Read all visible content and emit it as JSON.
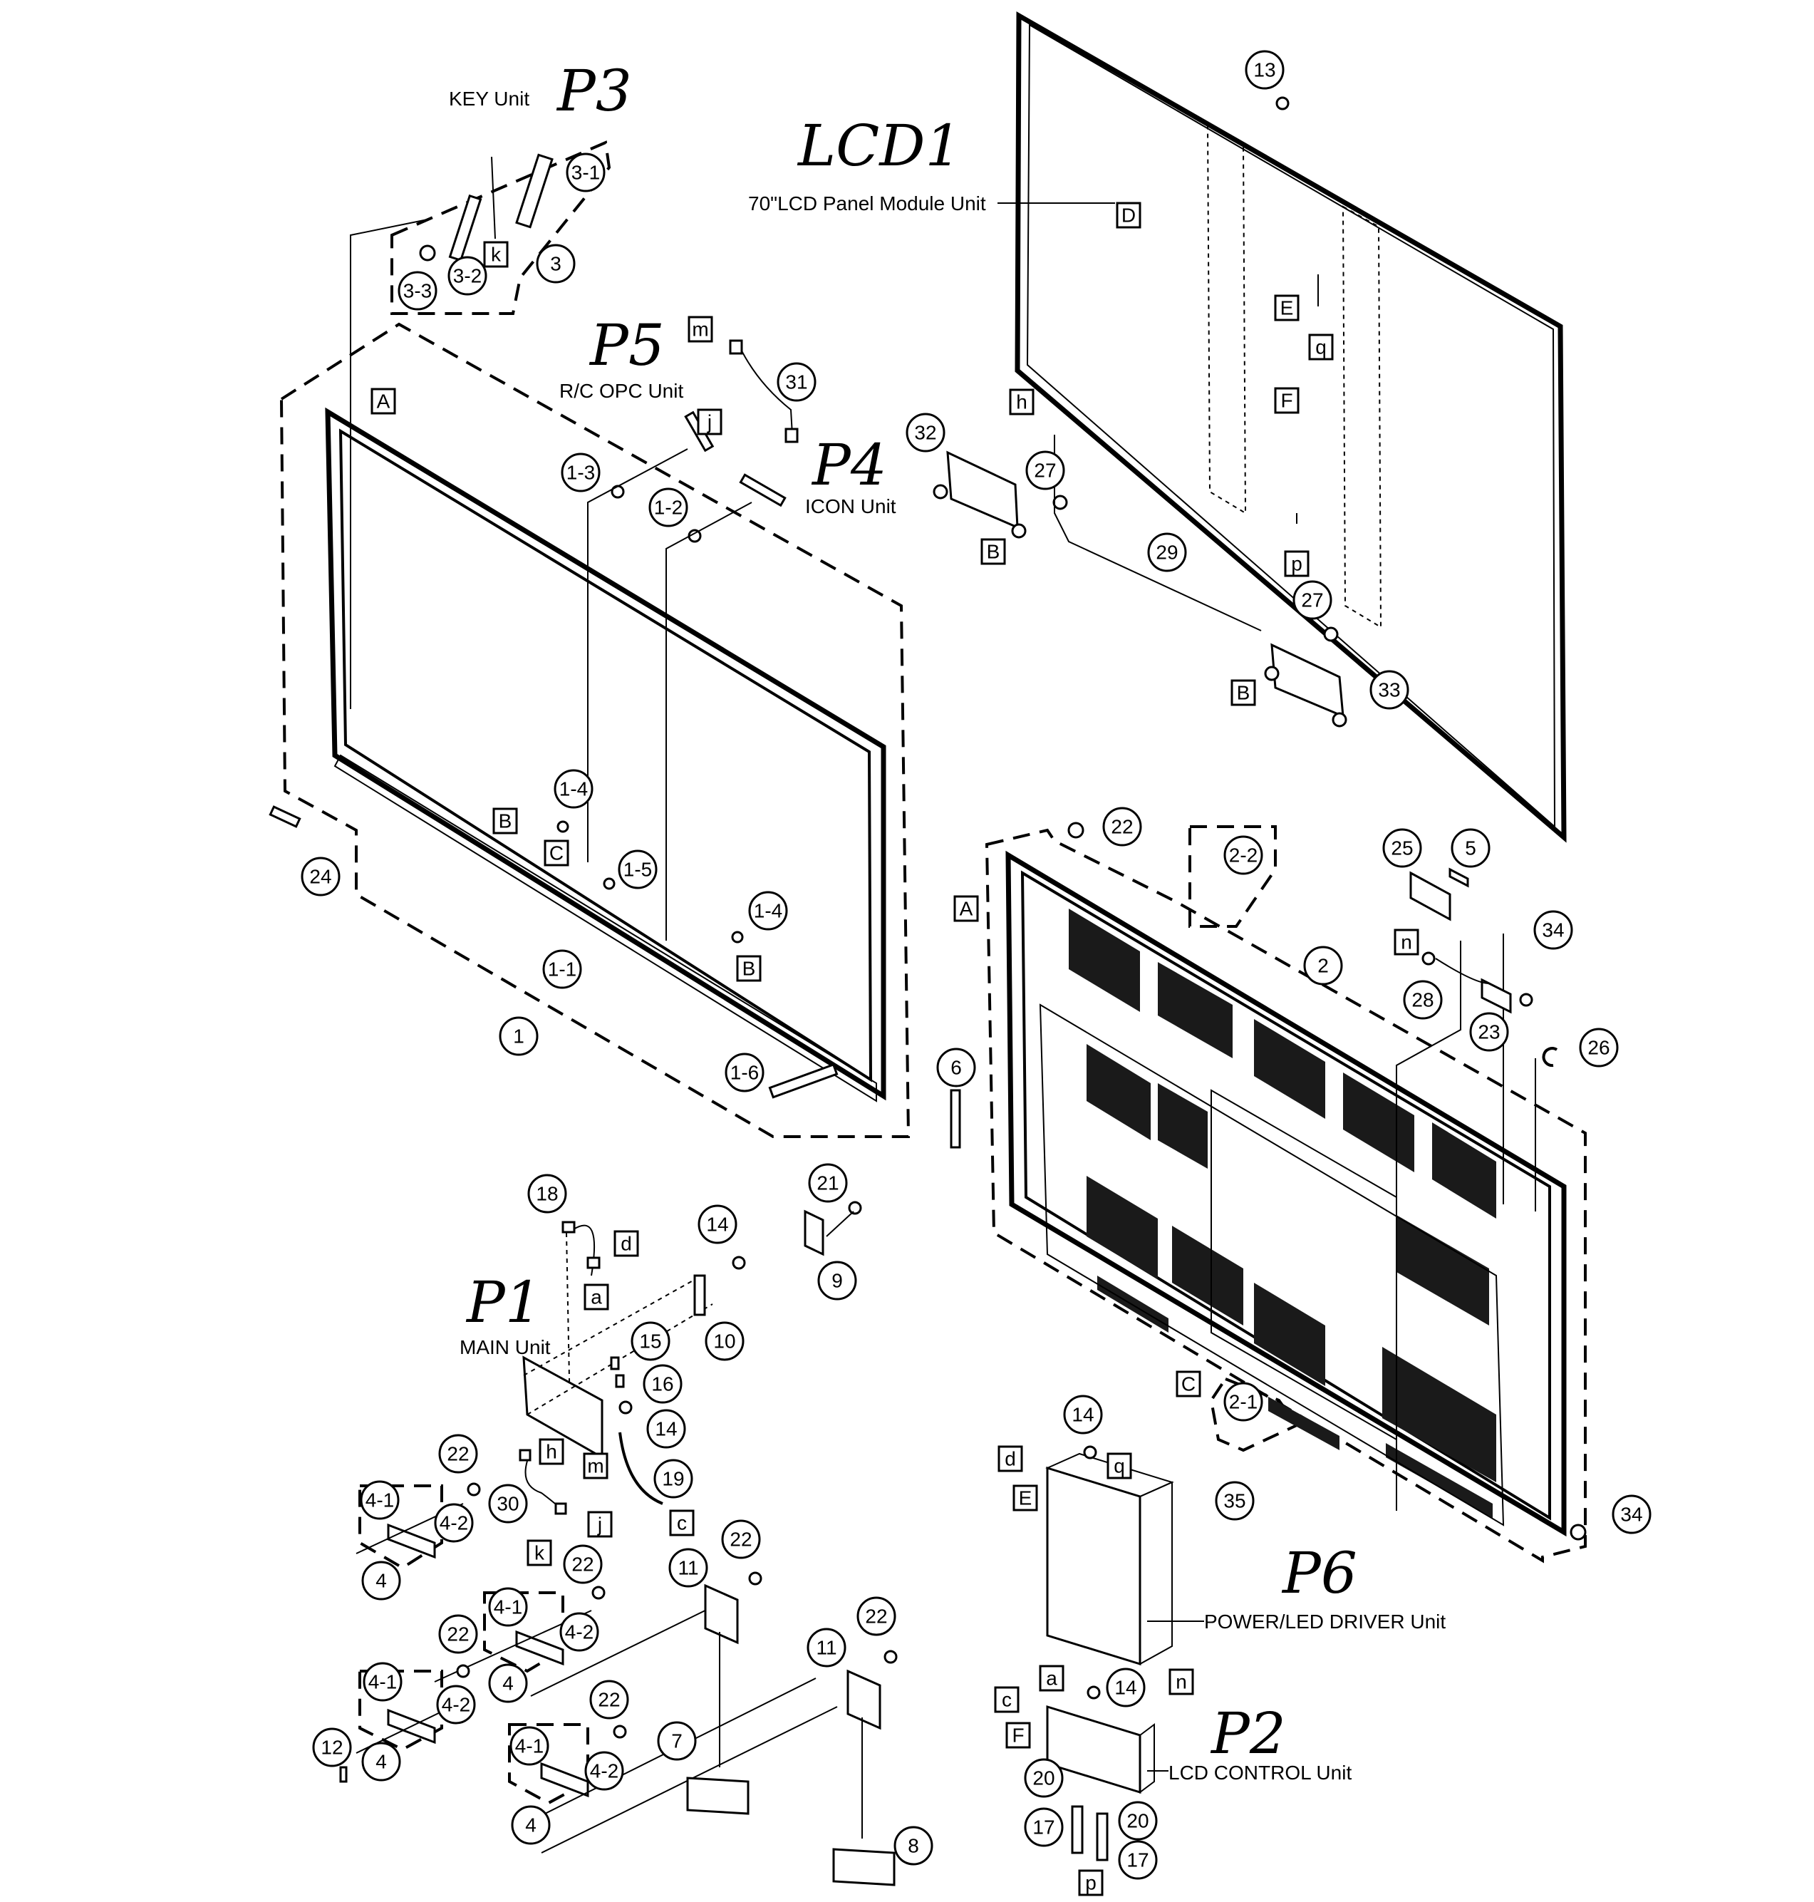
{
  "units": {
    "key": {
      "handwritten": "P3",
      "label": "KEY Unit"
    },
    "rc_opc": {
      "handwritten": "P5",
      "label": "R/C OPC Unit"
    },
    "icon": {
      "handwritten": "P4",
      "label": "ICON Unit"
    },
    "lcd": {
      "handwritten": "LCD1",
      "label": "70\"LCD Panel Module Unit"
    },
    "main": {
      "handwritten": "P1",
      "label": "MAIN Unit"
    },
    "power": {
      "handwritten": "P6",
      "label": "POWER/LED DRIVER Unit"
    },
    "lcd_control": {
      "handwritten": "P2",
      "label": "LCD CONTROL Unit"
    }
  },
  "callouts": [
    {
      "id": "c-3-1",
      "text": "3-1"
    },
    {
      "id": "c-3",
      "text": "3"
    },
    {
      "id": "c-3-2",
      "text": "3-2"
    },
    {
      "id": "c-3-3",
      "text": "3-3"
    },
    {
      "id": "c-13",
      "text": "13"
    },
    {
      "id": "c-31",
      "text": "31"
    },
    {
      "id": "c-1-3",
      "text": "1-3"
    },
    {
      "id": "c-1-2",
      "text": "1-2"
    },
    {
      "id": "c-32",
      "text": "32"
    },
    {
      "id": "c-27a",
      "text": "27"
    },
    {
      "id": "c-29",
      "text": "29"
    },
    {
      "id": "c-27b",
      "text": "27"
    },
    {
      "id": "c-33",
      "text": "33"
    },
    {
      "id": "c-1-4a",
      "text": "1-4"
    },
    {
      "id": "c-1-5",
      "text": "1-5"
    },
    {
      "id": "c-1-4b",
      "text": "1-4"
    },
    {
      "id": "c-1-1",
      "text": "1-1"
    },
    {
      "id": "c-1",
      "text": "1"
    },
    {
      "id": "c-1-6",
      "text": "1-6"
    },
    {
      "id": "c-24",
      "text": "24"
    },
    {
      "id": "c-22a",
      "text": "22"
    },
    {
      "id": "c-2-2",
      "text": "2-2"
    },
    {
      "id": "c-25",
      "text": "25"
    },
    {
      "id": "c-5",
      "text": "5"
    },
    {
      "id": "c-34a",
      "text": "34"
    },
    {
      "id": "c-2",
      "text": "2"
    },
    {
      "id": "c-28",
      "text": "28"
    },
    {
      "id": "c-23",
      "text": "23"
    },
    {
      "id": "c-26",
      "text": "26"
    },
    {
      "id": "c-6",
      "text": "6"
    },
    {
      "id": "c-18",
      "text": "18"
    },
    {
      "id": "c-21",
      "text": "21"
    },
    {
      "id": "c-14a",
      "text": "14"
    },
    {
      "id": "c-9",
      "text": "9"
    },
    {
      "id": "c-10",
      "text": "10"
    },
    {
      "id": "c-15",
      "text": "15"
    },
    {
      "id": "c-16",
      "text": "16"
    },
    {
      "id": "c-14b",
      "text": "14"
    },
    {
      "id": "c-19",
      "text": "19"
    },
    {
      "id": "c-2-1",
      "text": "2-1"
    },
    {
      "id": "c-14c",
      "text": "14"
    },
    {
      "id": "c-35",
      "text": "35"
    },
    {
      "id": "c-34b",
      "text": "34"
    },
    {
      "id": "c-22b",
      "text": "22"
    },
    {
      "id": "c-4-1a",
      "text": "4-1"
    },
    {
      "id": "c-4-2a",
      "text": "4-2"
    },
    {
      "id": "c-4a",
      "text": "4"
    },
    {
      "id": "c-30",
      "text": "30"
    },
    {
      "id": "c-22c",
      "text": "22"
    },
    {
      "id": "c-11a",
      "text": "11"
    },
    {
      "id": "c-22d",
      "text": "22"
    },
    {
      "id": "c-4-1b",
      "text": "4-1"
    },
    {
      "id": "c-4-2b",
      "text": "4-2"
    },
    {
      "id": "c-22e",
      "text": "22"
    },
    {
      "id": "c-4b",
      "text": "4"
    },
    {
      "id": "c-11b",
      "text": "11"
    },
    {
      "id": "c-22f",
      "text": "22"
    },
    {
      "id": "c-4-1c",
      "text": "4-1"
    },
    {
      "id": "c-4-2c",
      "text": "4-2"
    },
    {
      "id": "c-4c",
      "text": "4"
    },
    {
      "id": "c-12",
      "text": "12"
    },
    {
      "id": "c-22g",
      "text": "22"
    },
    {
      "id": "c-7",
      "text": "7"
    },
    {
      "id": "c-4-1d",
      "text": "4-1"
    },
    {
      "id": "c-4-2d",
      "text": "4-2"
    },
    {
      "id": "c-4d",
      "text": "4"
    },
    {
      "id": "c-8",
      "text": "8"
    },
    {
      "id": "c-14d",
      "text": "14"
    },
    {
      "id": "c-20a",
      "text": "20"
    },
    {
      "id": "c-20b",
      "text": "20"
    },
    {
      "id": "c-17a",
      "text": "17"
    },
    {
      "id": "c-17b",
      "text": "17"
    }
  ],
  "box_labels": [
    {
      "id": "b-k1",
      "text": "k"
    },
    {
      "id": "b-A1",
      "text": "A"
    },
    {
      "id": "b-m1",
      "text": "m"
    },
    {
      "id": "b-j1",
      "text": "j"
    },
    {
      "id": "b-D",
      "text": "D"
    },
    {
      "id": "b-E1",
      "text": "E"
    },
    {
      "id": "b-q1",
      "text": "q"
    },
    {
      "id": "b-F1",
      "text": "F"
    },
    {
      "id": "b-h1",
      "text": "h"
    },
    {
      "id": "b-B1",
      "text": "B"
    },
    {
      "id": "b-p1",
      "text": "p"
    },
    {
      "id": "b-B2",
      "text": "B"
    },
    {
      "id": "b-B3",
      "text": "B"
    },
    {
      "id": "b-C1",
      "text": "C"
    },
    {
      "id": "b-B4",
      "text": "B"
    },
    {
      "id": "b-A2",
      "text": "A"
    },
    {
      "id": "b-n1",
      "text": "n"
    },
    {
      "id": "b-d1",
      "text": "d"
    },
    {
      "id": "b-a1",
      "text": "a"
    },
    {
      "id": "b-h2",
      "text": "h"
    },
    {
      "id": "b-m2",
      "text": "m"
    },
    {
      "id": "b-C2",
      "text": "C"
    },
    {
      "id": "b-c1",
      "text": "c"
    },
    {
      "id": "b-j2",
      "text": "j"
    },
    {
      "id": "b-k2",
      "text": "k"
    },
    {
      "id": "b-d2",
      "text": "d"
    },
    {
      "id": "b-q2",
      "text": "q"
    },
    {
      "id": "b-E2",
      "text": "E"
    },
    {
      "id": "b-n2",
      "text": "n"
    },
    {
      "id": "b-a2",
      "text": "a"
    },
    {
      "id": "b-c2",
      "text": "c"
    },
    {
      "id": "b-F2",
      "text": "F"
    },
    {
      "id": "b-p2",
      "text": "p"
    }
  ]
}
